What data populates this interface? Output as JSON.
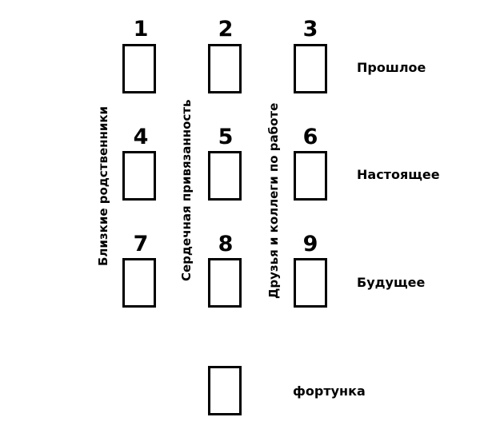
{
  "cards": [
    {
      "number": "1"
    },
    {
      "number": "2"
    },
    {
      "number": "3"
    },
    {
      "number": "4"
    },
    {
      "number": "5"
    },
    {
      "number": "6"
    },
    {
      "number": "7"
    },
    {
      "number": "8"
    },
    {
      "number": "9"
    }
  ],
  "rows": {
    "past": "Прошлое",
    "present": "Настоящее",
    "future": "Будущее"
  },
  "columns": {
    "relatives": "Близкие родственники",
    "heart": "Сердечная привязанность",
    "friends": "Друзья и коллеги по работе"
  },
  "fortune": {
    "label": "фортунка"
  }
}
